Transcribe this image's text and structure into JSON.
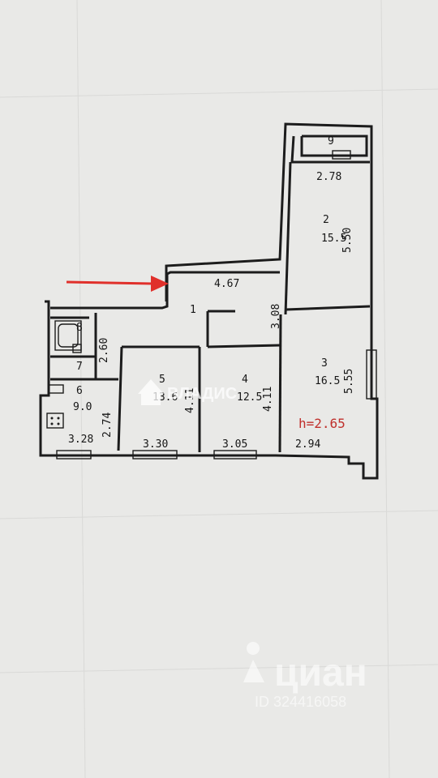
{
  "plan": {
    "ceiling_height": "h=2.65",
    "rooms": [
      {
        "id": "1",
        "number": "1"
      },
      {
        "id": "2",
        "number": "2",
        "area": "15.5",
        "w": "2.78",
        "h": "5.50"
      },
      {
        "id": "3",
        "number": "3",
        "area": "16.5",
        "w": "2.94",
        "h": "5.55"
      },
      {
        "id": "4",
        "number": "4",
        "area": "12.5",
        "w": "3.05",
        "h": "4.11"
      },
      {
        "id": "5",
        "number": "5",
        "area": "13.6",
        "w": "3.30",
        "h": "4.11"
      },
      {
        "id": "6",
        "number": "6",
        "area": "9.0",
        "w": "3.28",
        "h": "2.74"
      },
      {
        "id": "7",
        "number": "7"
      },
      {
        "id": "8",
        "number": "8"
      },
      {
        "id": "9",
        "number": "9"
      }
    ],
    "dims": {
      "hall_width": "4.67",
      "hall_height": "3.08",
      "bath_width": "2.60"
    }
  },
  "watermarks": {
    "vladis": "ВЛАДИС",
    "cian": "циан",
    "cian_id": "ID 324416058"
  },
  "colors": {
    "arrow": "#e0302b",
    "ink": "#1c1c1c",
    "note": "#c0302c"
  }
}
